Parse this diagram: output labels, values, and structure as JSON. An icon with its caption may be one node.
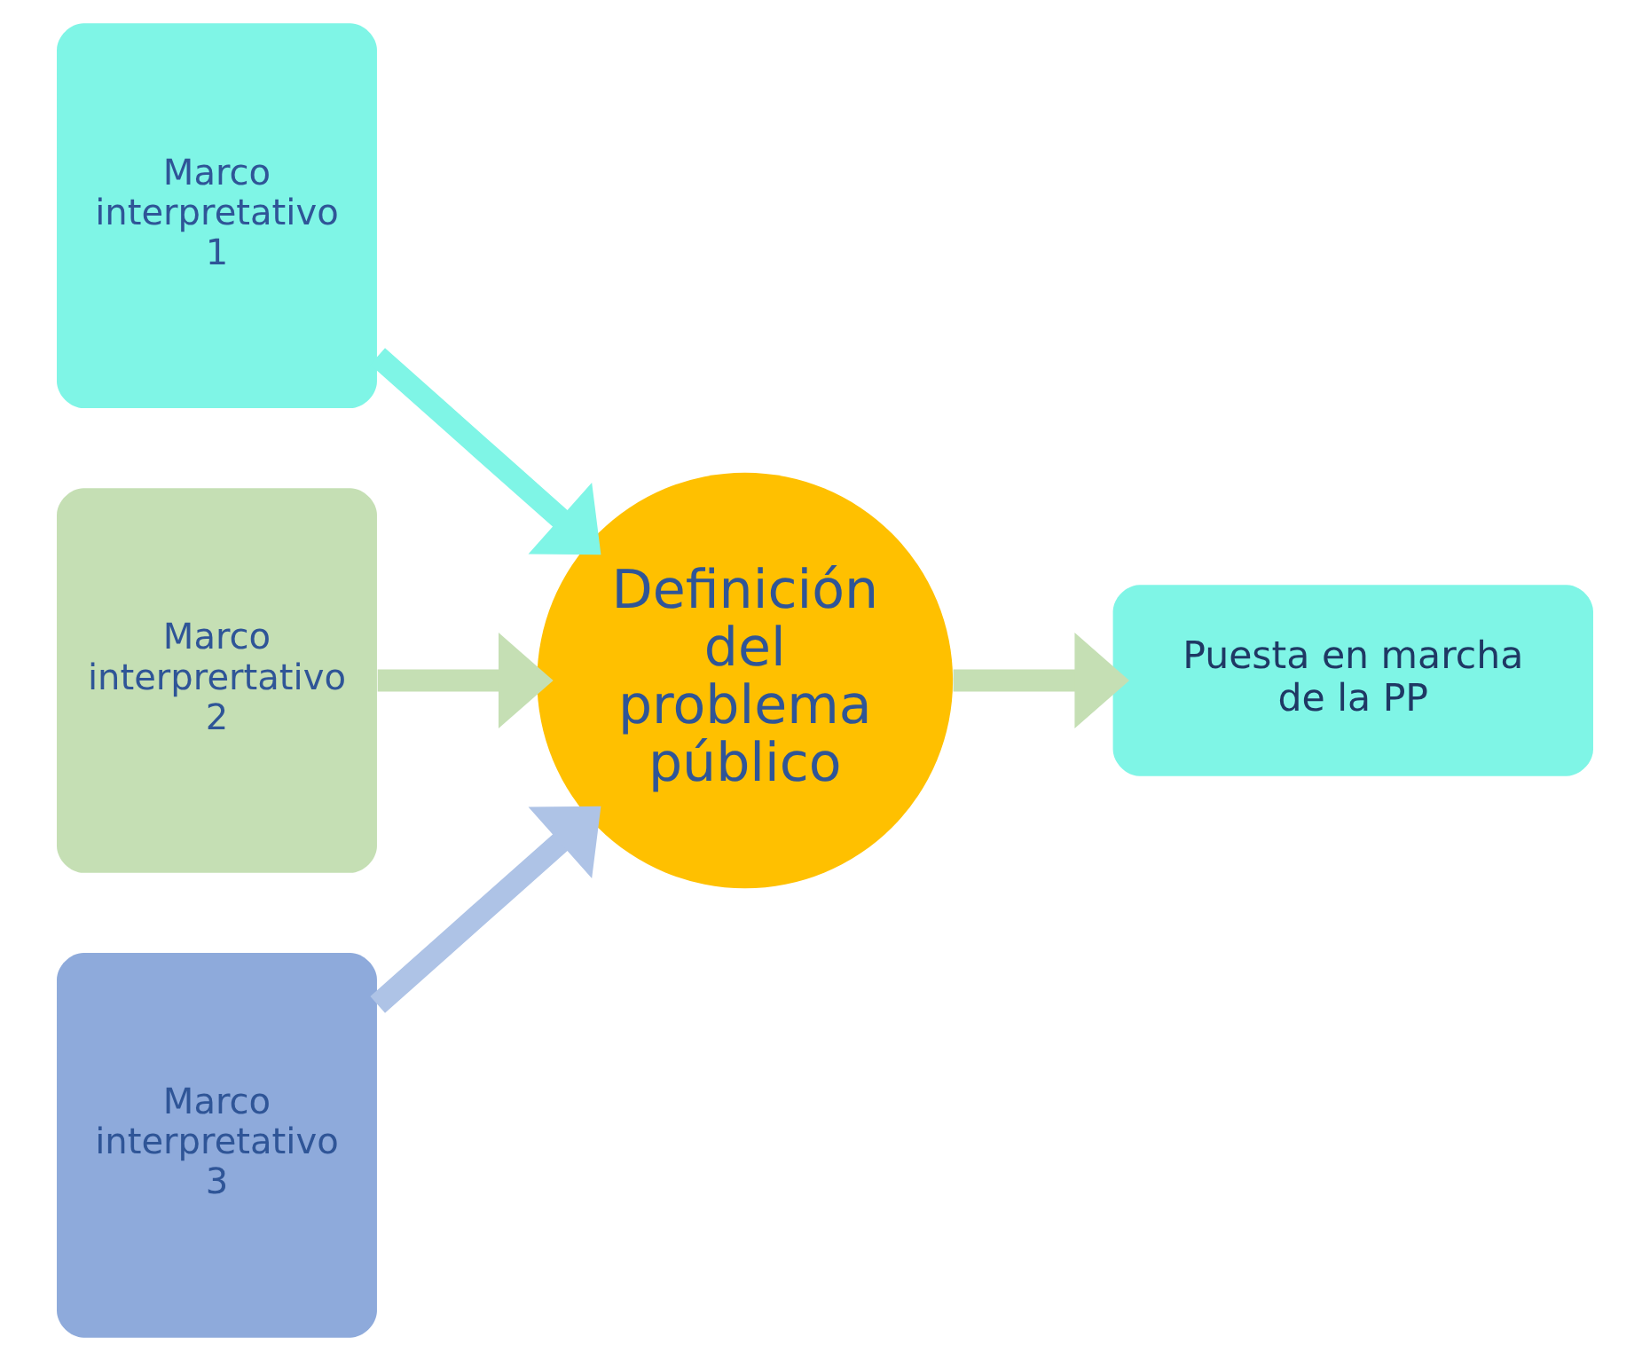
{
  "diagram": {
    "nodes": [
      {
        "text": [
          "Marco interpretativo 1"
        ]
      },
      {
        "text": [
          "Marco interprertativo 2"
        ]
      },
      {
        "text": [
          "Marco interpretativo 3"
        ]
      },
      {
        "text": [
          "Definición del problema público"
        ]
      },
      {
        "text": [
          "Puesta en marcha de la PP"
        ]
      }
    ],
    "edges": [
      {
        "from": 0,
        "to": 3,
        "arrow": "to",
        "color": "#7ff5e6"
      },
      {
        "from": 1,
        "to": 3,
        "arrow": "to",
        "color": "#c5dfb4"
      },
      {
        "from": 2,
        "to": 3,
        "arrow": "to",
        "color": "#aec3e6"
      },
      {
        "from": 3,
        "to": 4,
        "arrow": "to",
        "color": "#c5dfb4"
      }
    ]
  }
}
